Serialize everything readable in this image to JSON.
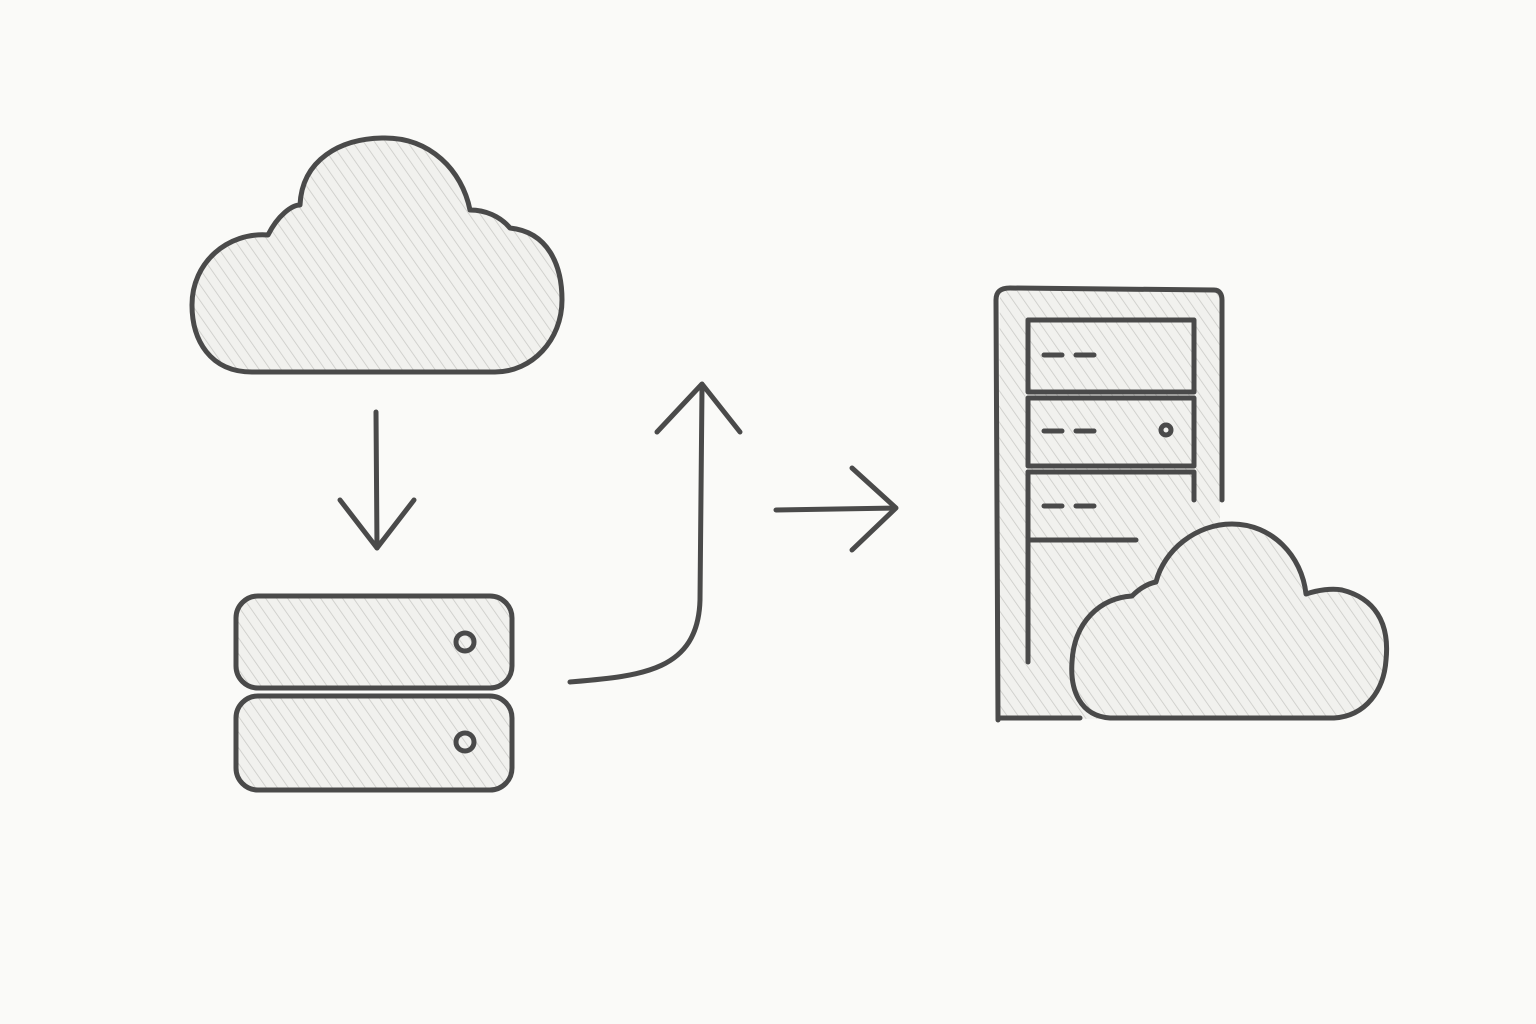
{
  "diagram": {
    "style": "pencil-sketch",
    "colors": {
      "background": "#fafaf8",
      "ink": "#4a4a4a",
      "fill": "#f1f1ee"
    },
    "nodes": [
      {
        "id": "cloud-source",
        "icon": "cloud-icon"
      },
      {
        "id": "server-stack",
        "icon": "server-stack-icon"
      },
      {
        "id": "server-tower",
        "icon": "server-tower-icon"
      },
      {
        "id": "cloud-destination",
        "icon": "cloud-icon"
      }
    ],
    "edges": [
      {
        "from": "cloud-source",
        "to": "server-stack",
        "icon": "arrow-down-icon"
      },
      {
        "from": "server-stack",
        "to": "up",
        "icon": "curved-arrow-up-icon"
      },
      {
        "from": "up",
        "to": "server-tower",
        "icon": "arrow-right-icon"
      }
    ]
  }
}
